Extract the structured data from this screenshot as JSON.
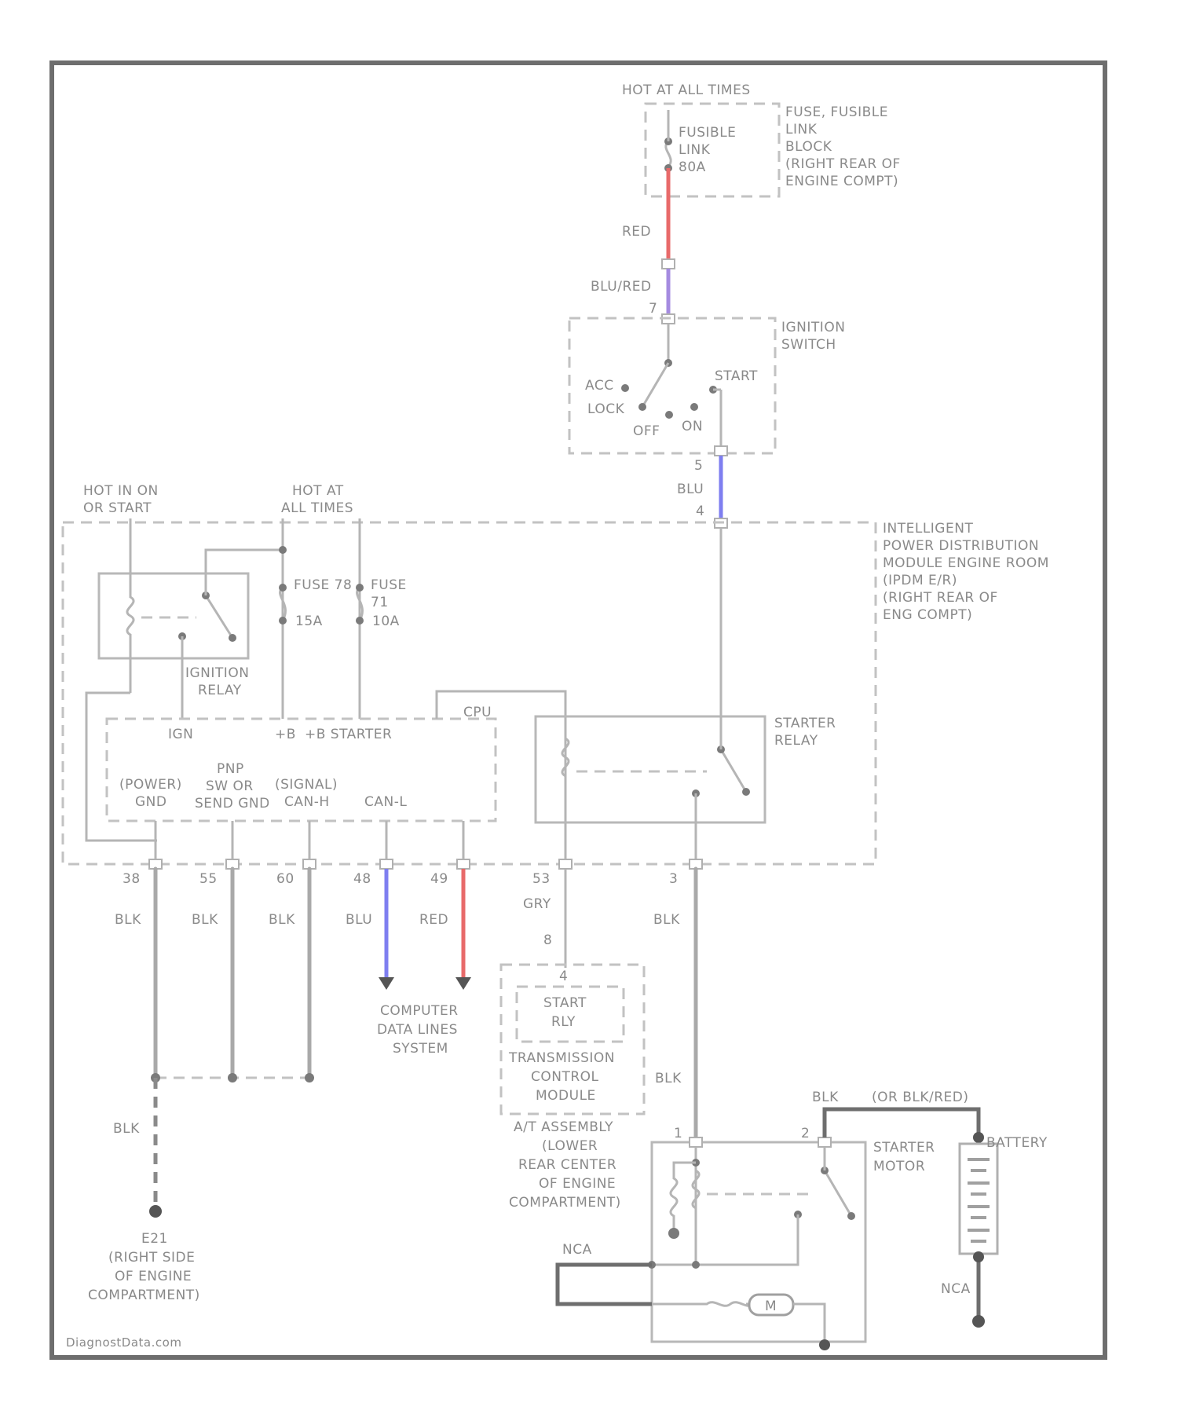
{
  "colors": {
    "red": "#e86a6a",
    "blue": "#7e7ef0",
    "purple": "#a58be0",
    "wire": "#a9a9a9",
    "dark": "#6e6e6e"
  },
  "fuse_block": {
    "hot_label": "HOT AT ALL TIMES",
    "fuse_lines": [
      "FUSIBLE",
      "LINK",
      "80A"
    ],
    "block_lines": [
      "FUSE, FUSIBLE",
      "LINK",
      "BLOCK",
      "(RIGHT REAR OF",
      "ENGINE COMPT)"
    ]
  },
  "wires_top": {
    "red": "RED",
    "blu_red": "BLU/RED",
    "pin_7": "7",
    "pin_5": "5",
    "pin_4": "4",
    "blu": "BLU"
  },
  "ignition_switch": {
    "title_lines": [
      "IGNITION",
      "SWITCH"
    ],
    "acc": "ACC",
    "lock": "LOCK",
    "off": "OFF",
    "on": "ON",
    "start": "START"
  },
  "ipdm": {
    "hot_on_start": [
      "HOT IN ON",
      "OR START"
    ],
    "hot_all_times": [
      "HOT AT",
      "ALL TIMES"
    ],
    "title_lines": [
      "INTELLIGENT",
      "POWER DISTRIBUTION",
      "MODULE ENGINE ROOM",
      "(IPDM E/R)",
      "(RIGHT REAR OF",
      "ENG COMPT)"
    ],
    "fuse78": "FUSE 78",
    "fuse71": "FUSE",
    "fuse71b": "71",
    "amp1": "15A",
    "amp2": "10A",
    "ign_relay": [
      "IGNITION",
      "RELAY"
    ],
    "ign": "IGN",
    "b": "+B",
    "b_starter": "+B STARTER",
    "cpu": "CPU",
    "power_gnd": [
      "(POWER)",
      "GND"
    ],
    "pnp": [
      "PNP",
      "SW OR",
      "SEND GND"
    ],
    "signal_gnd": [
      "(SIGNAL)",
      "CAN-H"
    ],
    "can_l": "CAN-L",
    "starter_relay": [
      "STARTER",
      "RELAY"
    ]
  },
  "pins": [
    "38",
    "55",
    "60",
    "48",
    "49",
    "53",
    "3"
  ],
  "wire_colors_bottom": [
    "BLK",
    "BLK",
    "BLK",
    "BLU",
    "RED",
    "GRY",
    "BLK"
  ],
  "computer_lines": [
    "COMPUTER",
    "DATA LINES",
    "SYSTEM"
  ],
  "tcm": {
    "pin_top": "8",
    "pin_inner": "4",
    "start_rly": [
      "START",
      "RLY"
    ],
    "lines": [
      "TRANSMISSION",
      "CONTROL",
      "MODULE"
    ],
    "location": [
      "A/T ASSEMBLY",
      "(LOWER",
      "REAR CENTER",
      "OF ENGINE",
      "COMPARTMENT)"
    ]
  },
  "ground": {
    "wire": "BLK",
    "id": "E21",
    "location": [
      "(RIGHT SIDE",
      "OF ENGINE",
      "COMPARTMENT)"
    ]
  },
  "starter": {
    "blk": "BLK",
    "top_wire": "BLK",
    "top_wire2": "(OR BLK/RED)",
    "pin1": "1",
    "pin2": "2",
    "motor_lines": [
      "STARTER",
      "MOTOR"
    ],
    "battery": "BATTERY",
    "nca_left": "NCA",
    "nca_right": "NCA",
    "m": "M"
  },
  "watermark": "DiagnostData.com"
}
